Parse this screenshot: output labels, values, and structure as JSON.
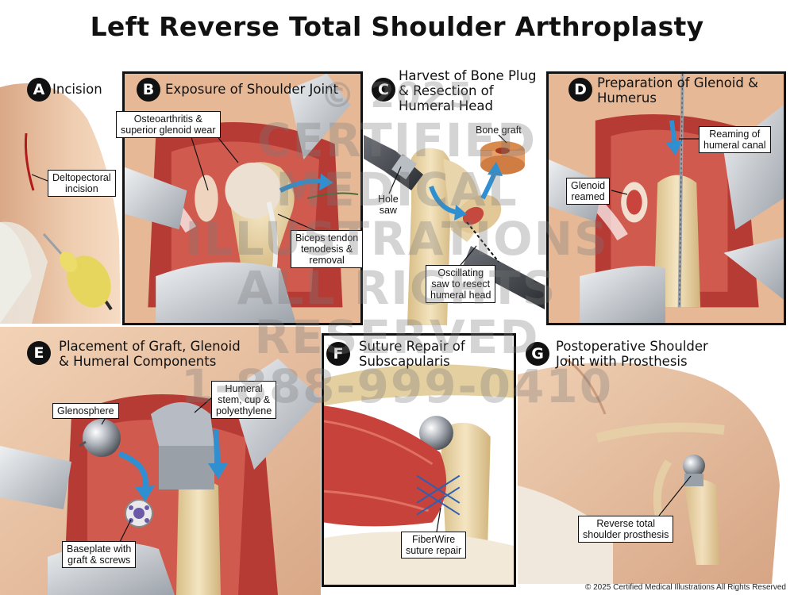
{
  "title": "Left Reverse Total Shoulder Arthroplasty",
  "colors": {
    "skin": "#e9c3a3",
    "muscle": "#c1463f",
    "bone": "#e6d2a8",
    "metal": "#b7bcc4",
    "arrow": "#2f8fd0",
    "retractor": "#c9ccd1"
  },
  "panels": {
    "A": {
      "letter": "A",
      "title_lines": [
        "Incision"
      ],
      "labels": {
        "incision": [
          "Deltopectoral",
          "incision"
        ]
      }
    },
    "B": {
      "letter": "B",
      "title_lines": [
        "Exposure of Shoulder Joint"
      ],
      "labels": {
        "oa": [
          "Osteoarthritis &",
          "superior glenoid wear"
        ],
        "biceps": [
          "Biceps tendon",
          "tenodesis &",
          "removal"
        ]
      }
    },
    "C": {
      "letter": "C",
      "title_lines": [
        "Harvest of Bone Plug",
        "& Resection of",
        "Humeral Head"
      ],
      "labels": {
        "graft": [
          "Bone graft"
        ],
        "hole": [
          "Hole",
          "saw"
        ],
        "osc": [
          "Oscillating",
          "saw to resect",
          "humeral head"
        ]
      }
    },
    "D": {
      "letter": "D",
      "title_lines": [
        "Preparation of Glenoid &",
        "Humerus"
      ],
      "labels": {
        "ream": [
          "Reaming of",
          "humeral canal"
        ],
        "glenoid": [
          "Glenoid",
          "reamed"
        ]
      }
    },
    "E": {
      "letter": "E",
      "title_lines": [
        "Placement of Graft, Glenoid",
        "& Humeral Components"
      ],
      "labels": {
        "glenosphere": [
          "Glenosphere"
        ],
        "stem": [
          "Humeral",
          "stem, cup &",
          "polyethylene"
        ],
        "baseplate": [
          "Baseplate with",
          "graft & screws"
        ]
      }
    },
    "F": {
      "letter": "F",
      "title_lines": [
        "Suture Repair of",
        "Subscapularis"
      ],
      "labels": {
        "fiber": [
          "FiberWire",
          "suture repair"
        ]
      }
    },
    "G": {
      "letter": "G",
      "title_lines": [
        "Postoperative Shoulder",
        "Joint with Prosthesis"
      ],
      "labels": {
        "prosthesis": [
          "Reverse total",
          "shoulder prosthesis"
        ]
      }
    }
  },
  "watermark_lines": [
    "© 2025",
    "CERTIFIED",
    "MEDICAL",
    "ILLUSTRATIONS",
    "ALL RIGHTS",
    "RESERVED",
    "1-888-999-0410"
  ],
  "copyright": "© 2025 Certified Medical Illustrations All Rights Reserved"
}
